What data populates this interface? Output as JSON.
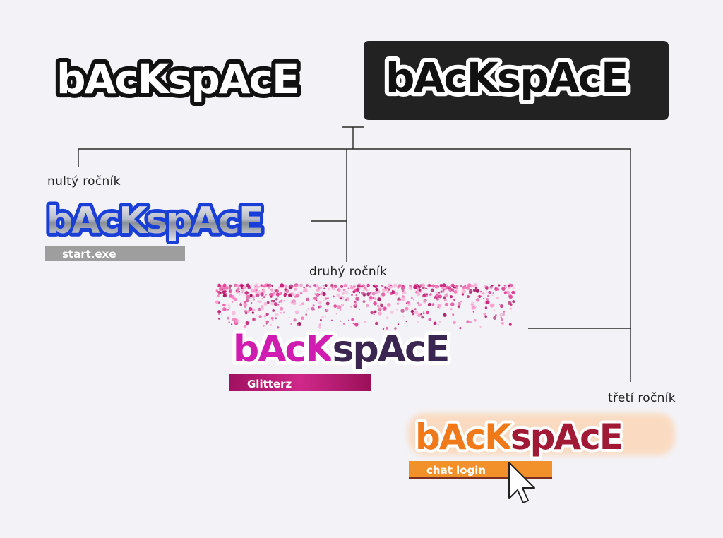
{
  "logo": {
    "wordmark": "bAcKspAcE",
    "dark_box_color": "#222222"
  },
  "generations": [
    {
      "label": "nultý ročník",
      "tag": "start.exe",
      "tag_color": "#9e9e9e",
      "accent": "#1a3fd6"
    },
    {
      "label": "druhý ročník",
      "tag": "Glitterz",
      "tag_color": "#b0186f",
      "accent": "#d01cb0",
      "accent2": "#3a2650"
    },
    {
      "label": "třetí ročník",
      "tag": "chat login",
      "tag_color": "#f2902a",
      "accent": "#f07a1a",
      "accent2": "#a01a35"
    }
  ],
  "icons": [
    "mouse-cursor-icon"
  ]
}
